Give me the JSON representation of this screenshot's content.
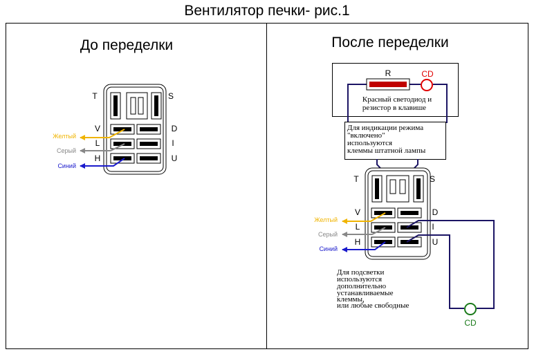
{
  "title": "Вентилятор печки- рис.1",
  "left_panel": {
    "heading": "До переделки",
    "connector": {
      "pin_top_left": "T",
      "pin_top_right": "S",
      "rows_left": [
        "V",
        "L",
        "H"
      ],
      "rows_right": [
        "D",
        "I",
        "U"
      ]
    },
    "wires": [
      {
        "label": "Желтый",
        "color": "#f0b400"
      },
      {
        "label": "Серый",
        "color": "#888888"
      },
      {
        "label": "Синий",
        "color": "#1a1acc"
      }
    ]
  },
  "right_panel": {
    "heading": "После переделки",
    "switch_box": {
      "resistor_label": "R",
      "led_label": "CD",
      "note_line1": "Красный светодиод и",
      "note_line2": "резистор в клавише"
    },
    "indication_note": [
      "Для индикации режима",
      "\"включено\"",
      "используются",
      "клеммы  штатной лампы"
    ],
    "connector": {
      "pin_top_left": "T",
      "pin_top_right": "S",
      "rows_left": [
        "V",
        "L",
        "H"
      ],
      "rows_right": [
        "D",
        "I",
        "U"
      ]
    },
    "wires": [
      {
        "label": "Желтый",
        "color": "#f0b400"
      },
      {
        "label": "Серый",
        "color": "#888888"
      },
      {
        "label": "Синий",
        "color": "#1a1acc"
      }
    ],
    "backlight_note": [
      "Для подсветки",
      "используются",
      "дополнительно",
      "устанавливаемые",
      "клеммы,",
      "или любые свободные"
    ],
    "bottom_led_label": "CD"
  },
  "colors": {
    "navy": "#1b1464",
    "red": "#e00000",
    "green": "#1a7a1a",
    "yellow": "#f0b400",
    "gray": "#888888",
    "blue": "#1a1acc"
  }
}
